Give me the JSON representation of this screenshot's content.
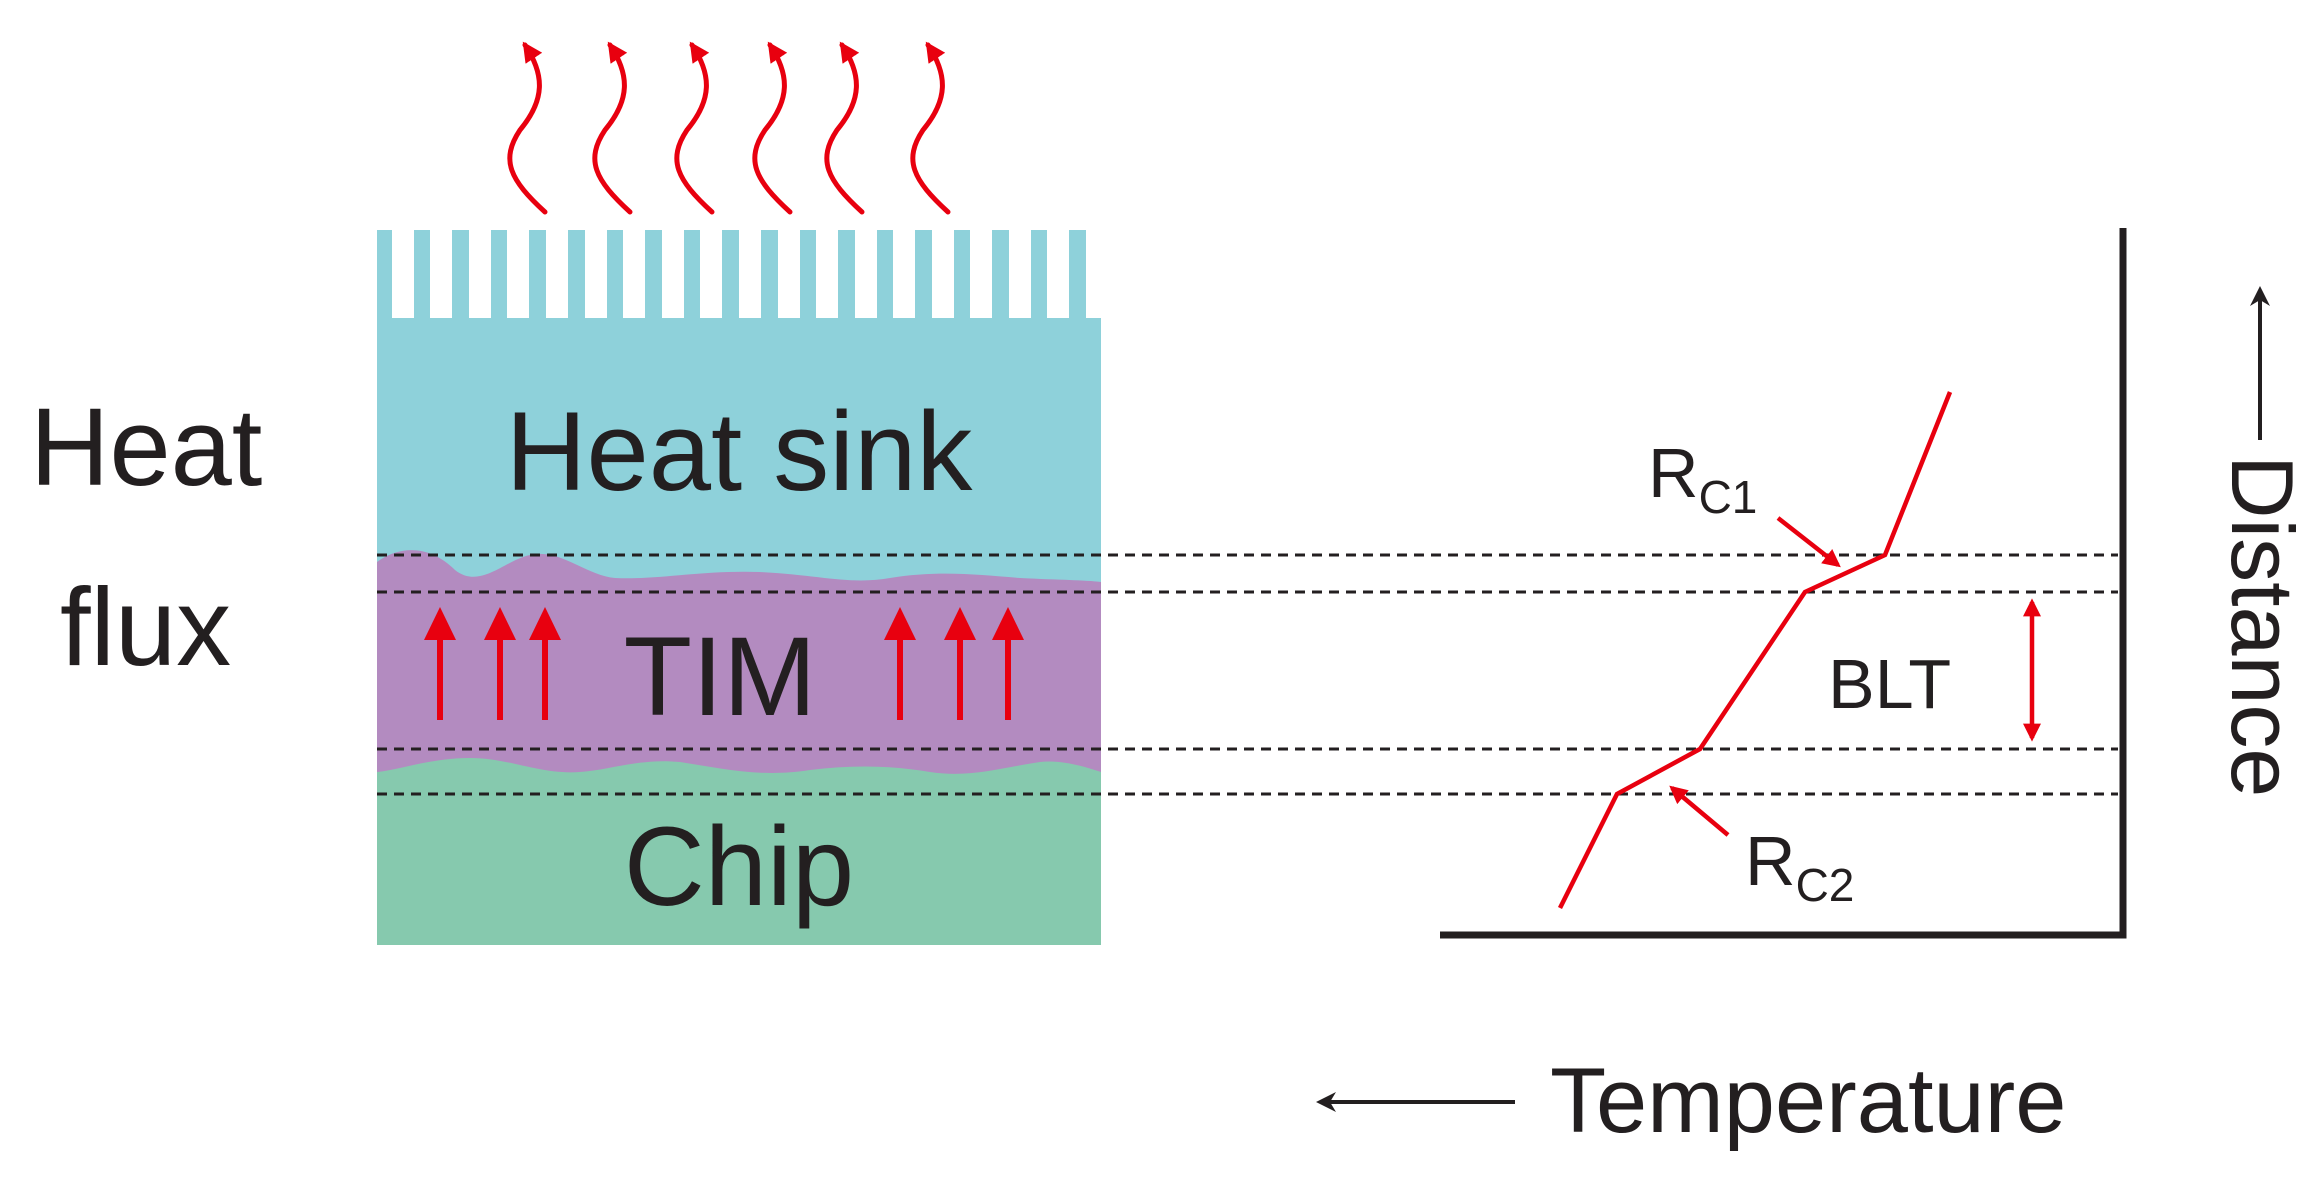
{
  "labels": {
    "heat_flux_line1": "Heat",
    "heat_flux_line2": "flux",
    "heat_sink": "Heat sink",
    "tim": "TIM",
    "chip": "Chip",
    "rc1_main": "R",
    "rc1_sub": "C1",
    "rc2_main": "R",
    "rc2_sub": "C2",
    "blt": "BLT",
    "distance": "Distance",
    "temperature": "Temperature"
  },
  "colors": {
    "heat_sink": "#8ed1da",
    "tim": "#b38bc0",
    "chip": "#86c9ae",
    "arrow": "#e8000f",
    "axis": "#231f20"
  },
  "icons": {
    "heat_waves": "wavy-up-arrow-icon",
    "flux_arrows": "up-arrow-icon"
  }
}
